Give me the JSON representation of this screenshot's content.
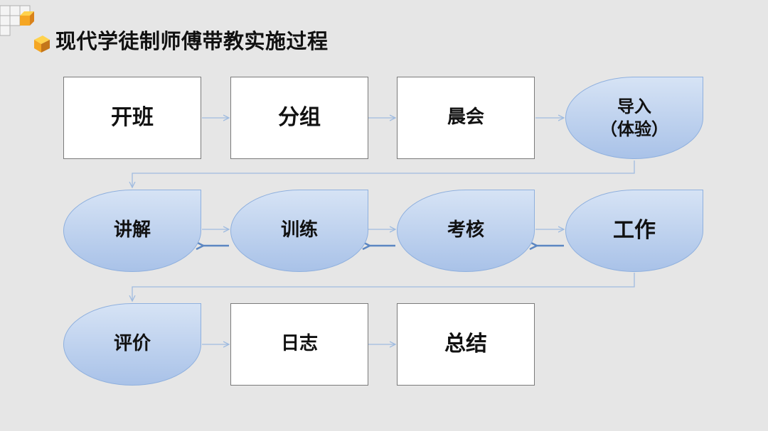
{
  "slide": {
    "title": "现代学徒制师傅带教实施过程"
  },
  "diagram": {
    "row1": [
      {
        "label": "开班",
        "shape": "box"
      },
      {
        "label": "分组",
        "shape": "box"
      },
      {
        "label": "晨会",
        "shape": "box"
      },
      {
        "label": "导入\n（体验）",
        "shape": "drop"
      }
    ],
    "row2": [
      {
        "label": "讲解",
        "shape": "drop"
      },
      {
        "label": "训练",
        "shape": "drop"
      },
      {
        "label": "考核",
        "shape": "drop"
      },
      {
        "label": "工作",
        "shape": "drop"
      }
    ],
    "row3": [
      {
        "label": "评价",
        "shape": "drop"
      },
      {
        "label": "日志",
        "shape": "box"
      },
      {
        "label": "总结",
        "shape": "box"
      }
    ]
  },
  "colors": {
    "background": "#e6e6e6",
    "drop_fill": "#a9c2e8",
    "drop_border": "#8fb0de",
    "connector": "#9fbbe0",
    "back_arrow": "#5b86c2"
  }
}
